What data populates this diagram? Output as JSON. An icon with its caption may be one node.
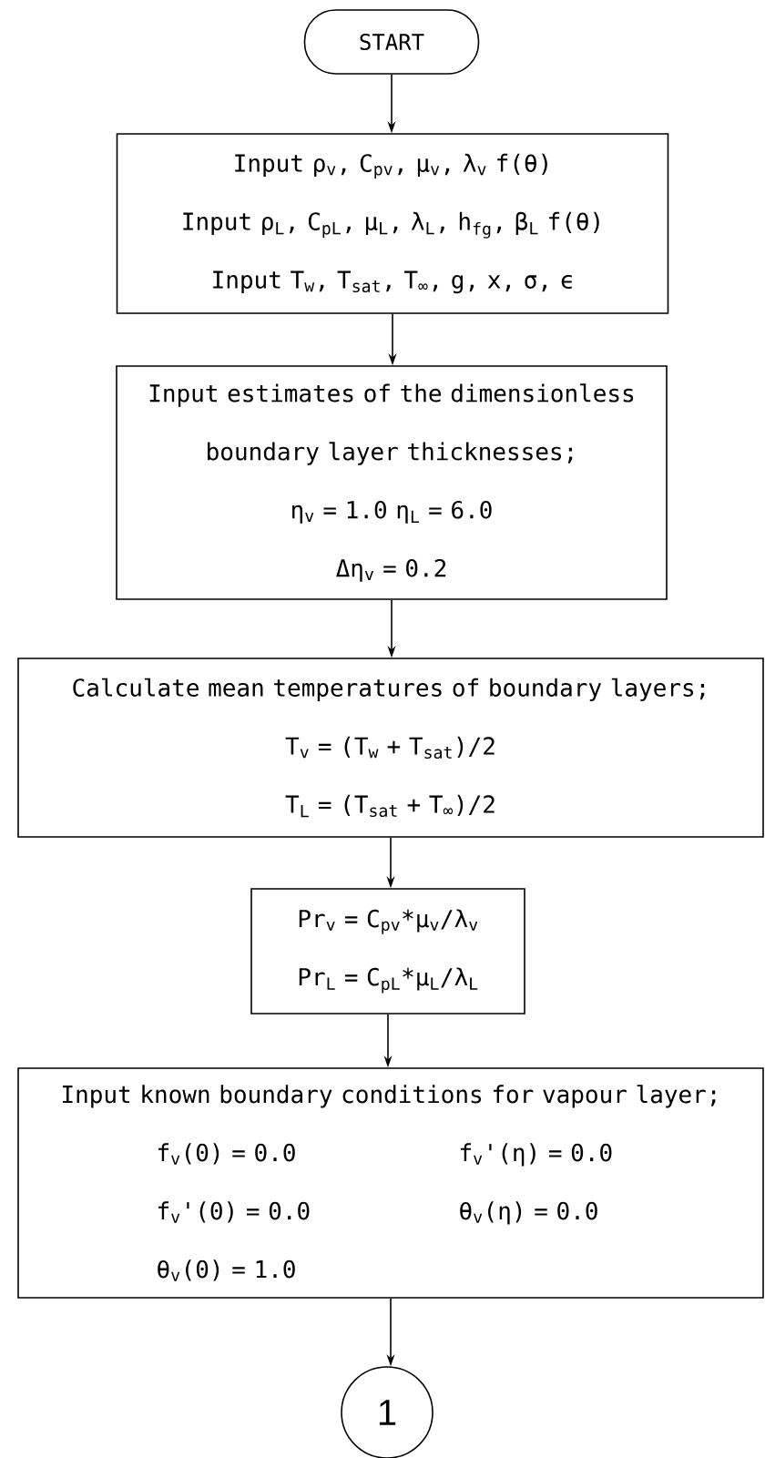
{
  "diagram": {
    "nodes": [
      {
        "text": [
          "START"
        ]
      },
      {
        "text": [
          "Input ρ$_{v}$, C$_{pv}$, μ$_{v}$, λ$_{v}$ f(θ)",
          "Input ρ$_{L}$, C$_{pL}$, μ$_{L}$, λ$_{L}$, h$_{fg}$, β$_{L}$ f(θ)",
          "Input T$_{w}$, T$_{sat}$, T$_{∞}$, g, x, σ, ϵ"
        ]
      },
      {
        "text": [
          "Input estimates of the dimensionless boundary layer thicknesses;",
          "η$_{v}$ = 1.0 η$_{L}$ = 6.0",
          "Δη$_{v}$ = 0.2"
        ]
      },
      {
        "text": [
          "Calculate mean temperatures of boundary layers;",
          "T$_{v}$ = (T$_{w}$ + T$_{sat}$)/2",
          "T$_{L}$ = (T$_{sat}$ + T$_{∞}$)/2"
        ]
      },
      {
        "text": [
          "Pr$_{v}$ = C$_{pv}$*μ$_{v}$/λ$_{v}$",
          "Pr$_{L}$ = C$_{pL}$*μ$_{L}$/λ$_{L}$"
        ]
      },
      {
        "text": [
          "Input known boundary conditions for vapour layer;",
          "f$_{v}$(0) = 0.0",
          "f$_{v}$'(η) = 0.0",
          "f$_{v}$'(0) = 0.0",
          "θ$_{v}$(η) = 0.0",
          "θ$_{v}$(0) = 1.0"
        ]
      },
      {
        "text": [
          "1"
        ]
      }
    ],
    "edges": [
      {
        "from": 0,
        "to": 1,
        "arrow": "to"
      },
      {
        "from": 1,
        "to": 2,
        "arrow": "to"
      },
      {
        "from": 2,
        "to": 3,
        "arrow": "to"
      },
      {
        "from": 3,
        "to": 4,
        "arrow": "to"
      },
      {
        "from": 4,
        "to": 5,
        "arrow": "to"
      },
      {
        "from": 5,
        "to": 6,
        "arrow": "to"
      }
    ]
  }
}
